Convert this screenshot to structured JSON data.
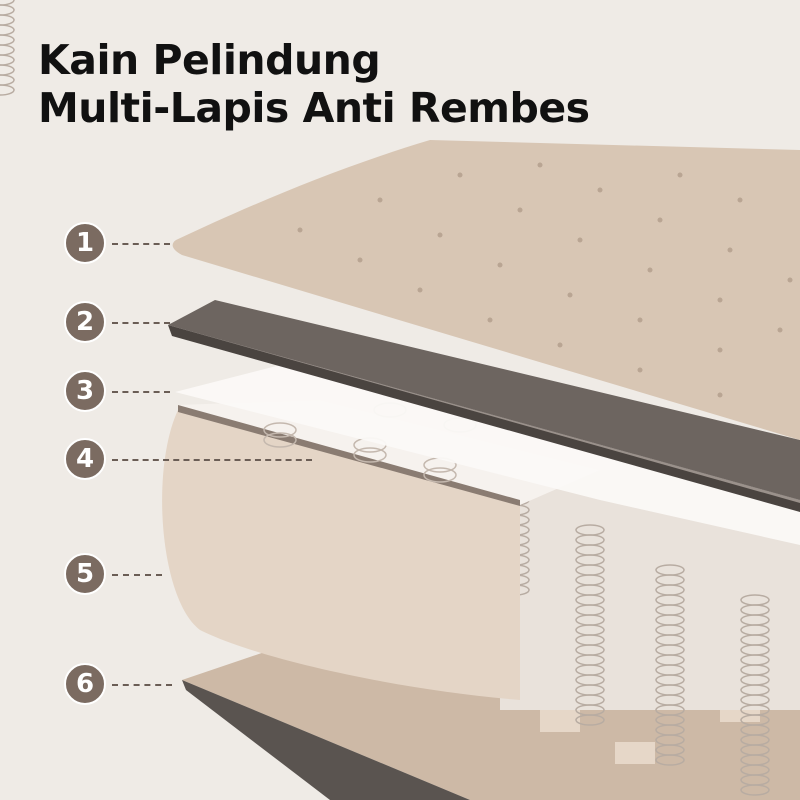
{
  "title": {
    "line1": "Kain Pelindung",
    "line2": "Multi-Lapis Anti Rembes"
  },
  "layers": [
    {
      "number": "1"
    },
    {
      "number": "2"
    },
    {
      "number": "3"
    },
    {
      "number": "4"
    },
    {
      "number": "5"
    },
    {
      "number": "6"
    }
  ],
  "colors": {
    "marker": "#7b6b61",
    "background": "#efebe6",
    "top_layer": "#d8c6b4",
    "dark_layer": "#6d6560",
    "side_panel": "#e4d5c6"
  }
}
